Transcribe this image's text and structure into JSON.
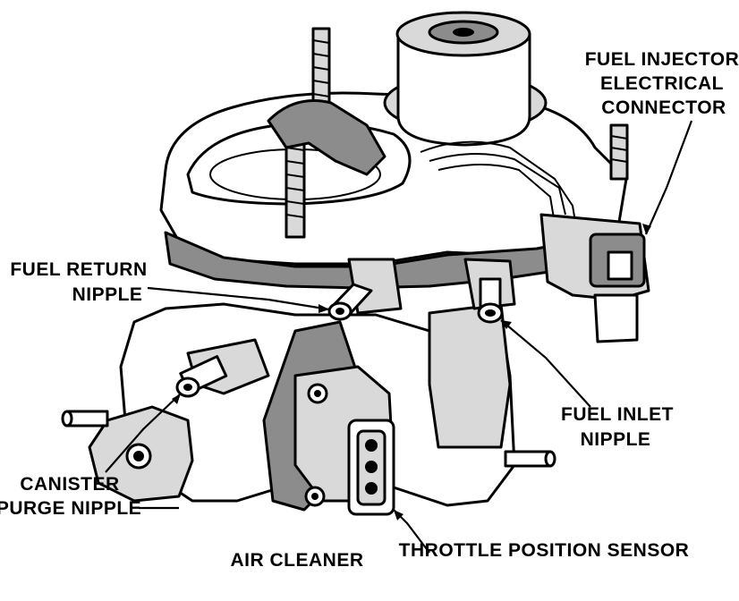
{
  "labels": {
    "fuel_injector_connector": [
      "FUEL INJECTOR",
      "ELECTRICAL",
      "CONNECTOR"
    ],
    "fuel_return_nipple": [
      "FUEL RETURN",
      "NIPPLE"
    ],
    "fuel_inlet_nipple": [
      "FUEL INLET",
      "NIPPLE"
    ],
    "canister_purge_nipple": [
      "CANISTER",
      "PURGE NIPPLE"
    ],
    "air_cleaner": "AIR CLEANER",
    "throttle_position_sensor": "THROTTLE POSITION SENSOR"
  }
}
